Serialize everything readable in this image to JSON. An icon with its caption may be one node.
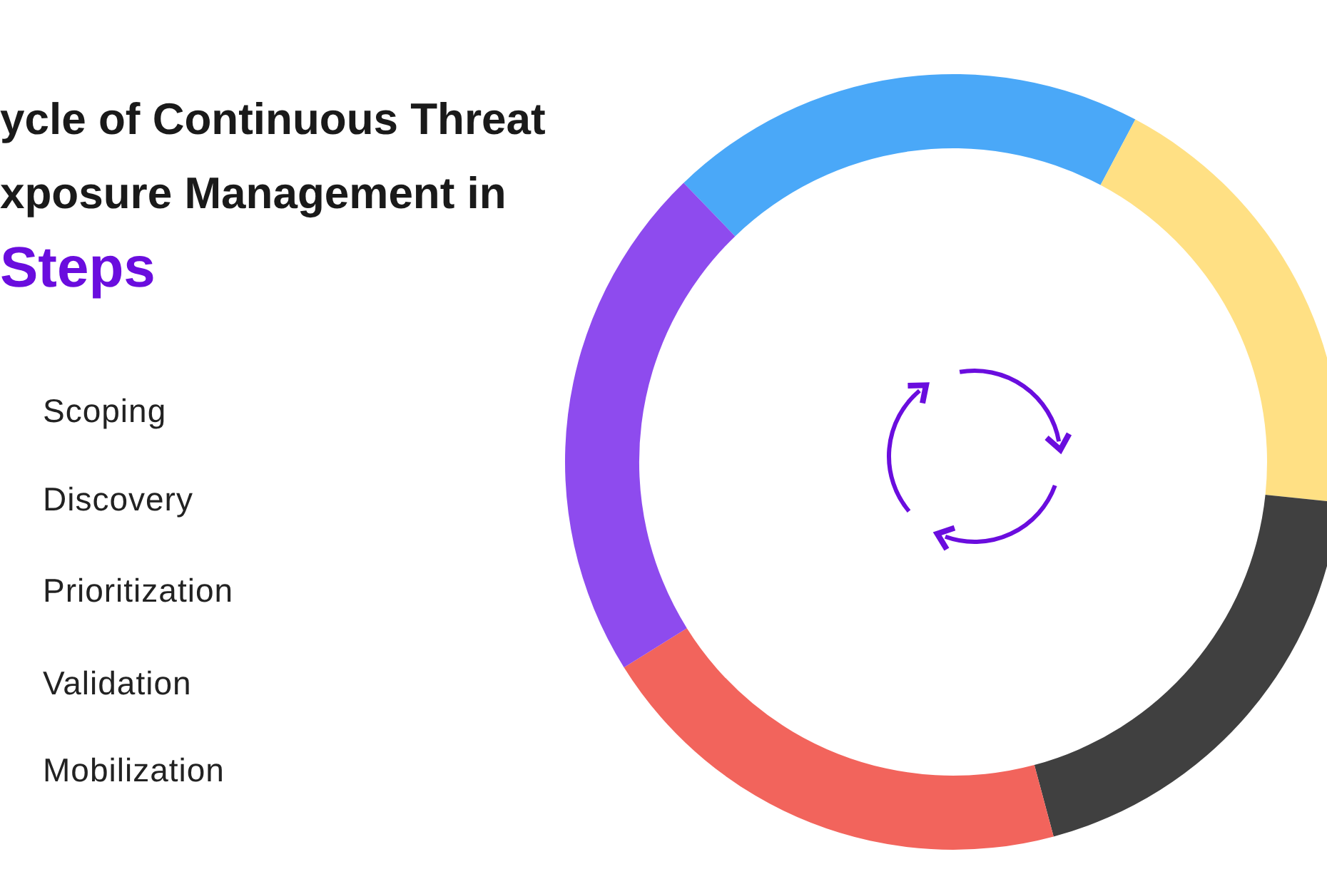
{
  "diagram": {
    "title": "ycle of Continuous Threat xposure Management in Steps",
    "labels": [
      "Scoping",
      "Discovery",
      "Prioritization",
      "Validation",
      "Mobilization"
    ]
  }
}
